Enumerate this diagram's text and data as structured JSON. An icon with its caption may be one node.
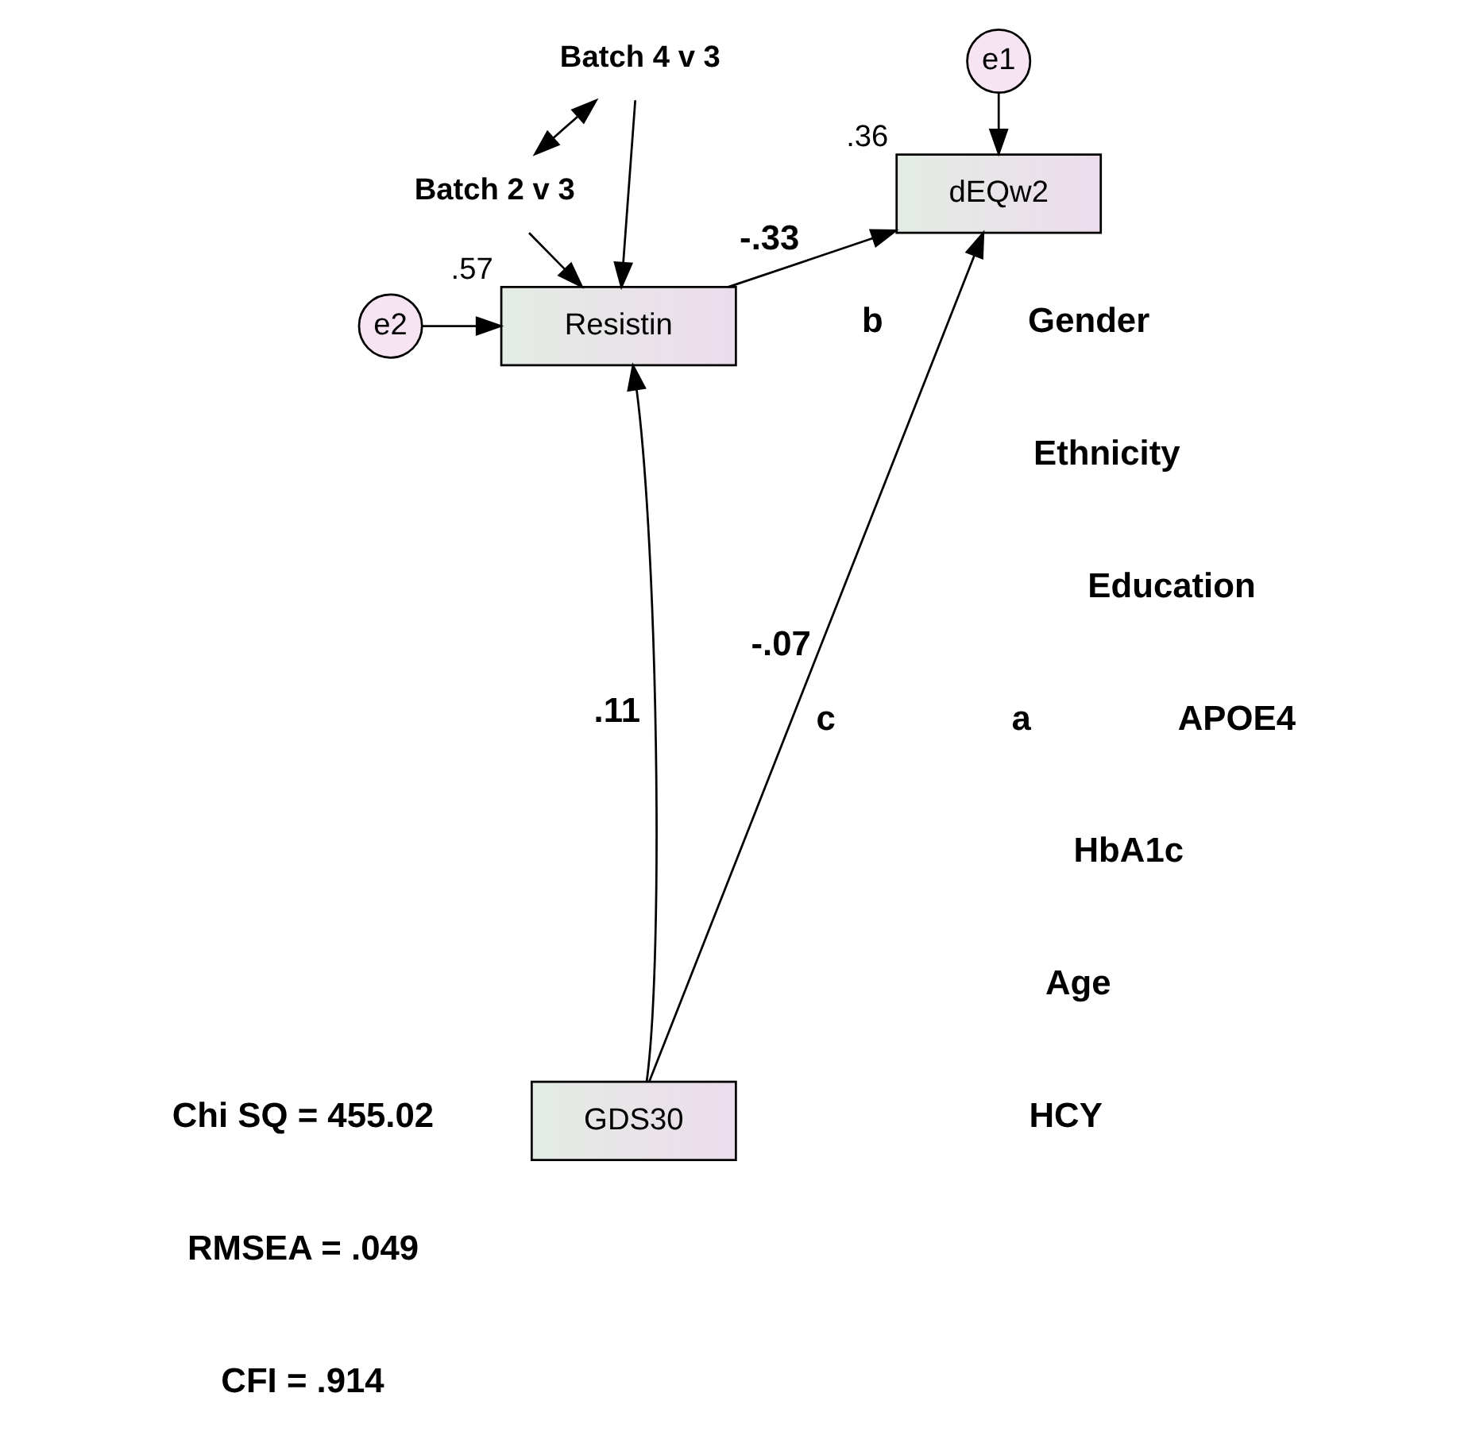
{
  "diagram": {
    "nodes": [
      {
        "text": [
          "Batch 4 v 3"
        ]
      },
      {
        "text": [
          "Batch 2 v 3"
        ]
      },
      {
        "text": [
          "dEQw2"
        ],
        "beside": [
          ".36"
        ]
      },
      {
        "text": [
          "e1"
        ]
      },
      {
        "text": [
          "Resistin"
        ],
        "beside": [
          ".57"
        ]
      },
      {
        "text": [
          "e2"
        ]
      },
      {
        "text": [
          "GDS30"
        ]
      }
    ],
    "edges": [
      {
        "from": 0,
        "to": 1,
        "arrow": "both"
      },
      {
        "from": 0,
        "to": 4,
        "arrow": "to"
      },
      {
        "from": 1,
        "to": 4,
        "arrow": "to"
      },
      {
        "from": 3,
        "to": 2,
        "arrow": "to"
      },
      {
        "from": 4,
        "to": 2,
        "arrow": "to",
        "label": "-.33"
      },
      {
        "from": 5,
        "to": 4,
        "arrow": "to"
      },
      {
        "from": 6,
        "to": 4,
        "arrow": "to",
        "label": ".11"
      },
      {
        "from": 6,
        "to": 2,
        "arrow": "to",
        "label": "-.07"
      }
    ],
    "labels": [
      "b",
      "Gender",
      "Ethnicity",
      "Education",
      "APOE4",
      "c",
      "a",
      "HbA1c",
      "Age",
      "HCY",
      "Chi SQ = 455.02",
      "RMSEA = .049",
      "CFI = .914"
    ]
  }
}
